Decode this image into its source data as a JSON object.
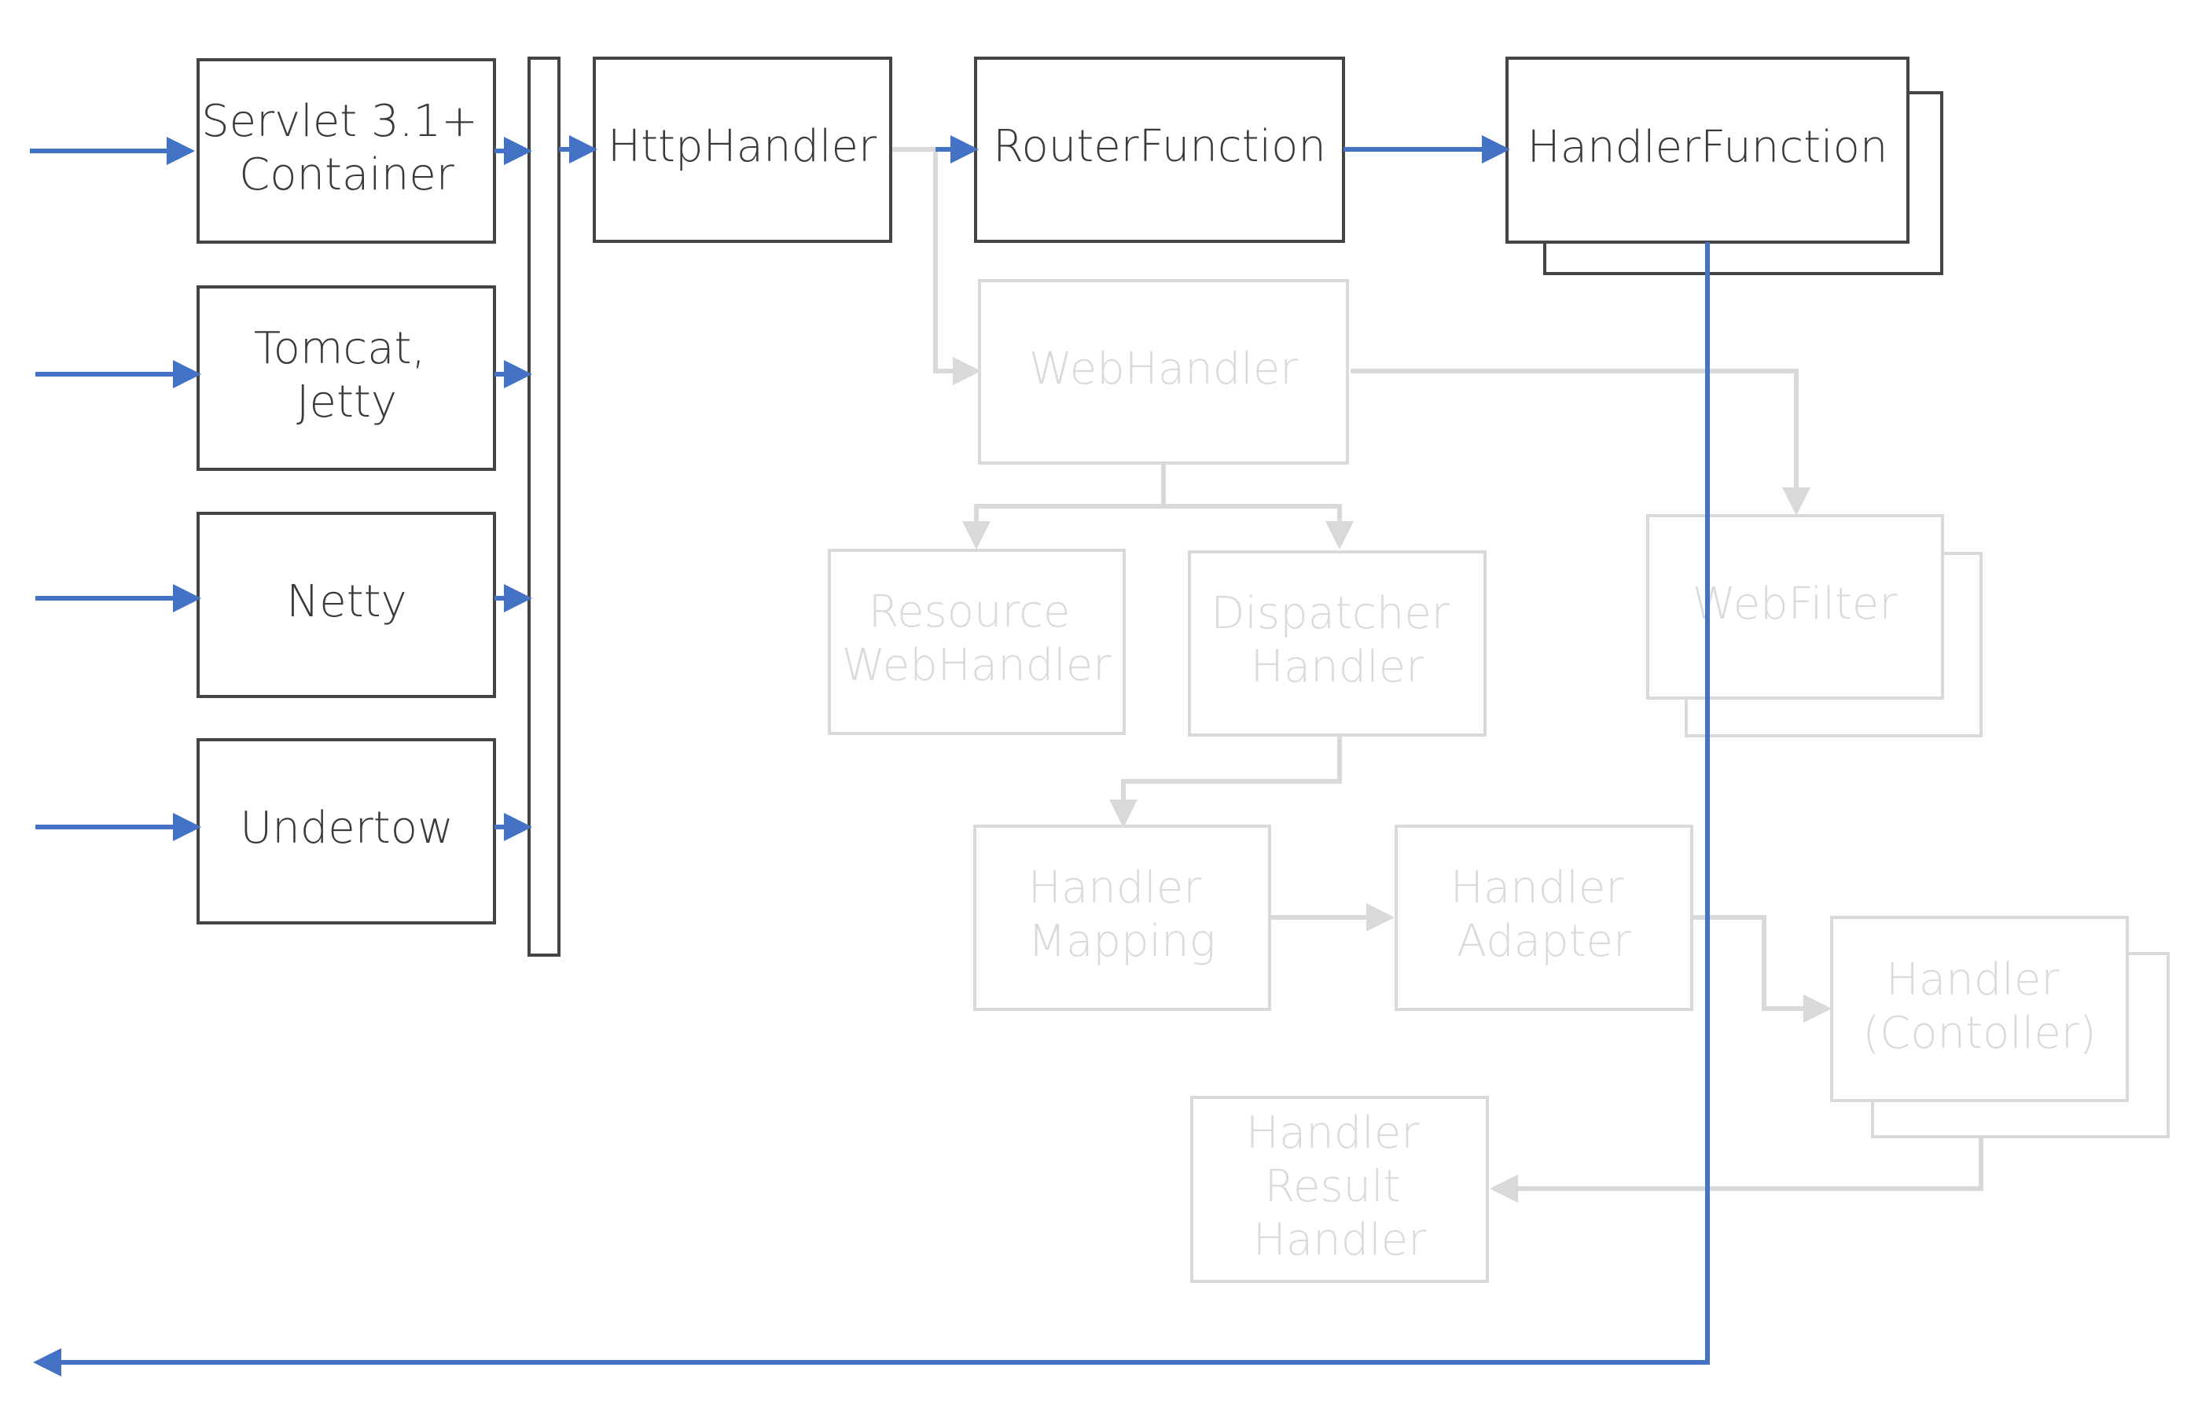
{
  "colors": {
    "active_stroke": "#444444",
    "active_text": "#3a3a3a",
    "faded_stroke": "#d9d9d9",
    "faded_text": "#dadada",
    "flow_active": "#4472c4",
    "flow_faded": "#d9d9d9",
    "background": "#ffffff"
  },
  "nodes": {
    "servlet": {
      "lines": [
        "Servlet 3.1+",
        "Container"
      ],
      "state": "active"
    },
    "tomcat": {
      "lines": [
        "Tomcat,",
        "Jetty"
      ],
      "state": "active"
    },
    "netty": {
      "lines": [
        "Netty"
      ],
      "state": "active"
    },
    "undertow": {
      "lines": [
        "Undertow"
      ],
      "state": "active"
    },
    "http_handler": {
      "lines": [
        "HttpHandler"
      ],
      "state": "active"
    },
    "router_function": {
      "lines": [
        "RouterFunction"
      ],
      "state": "active"
    },
    "handler_function": {
      "lines": [
        "HandlerFunction"
      ],
      "state": "active"
    },
    "web_handler": {
      "lines": [
        "WebHandler"
      ],
      "state": "faded"
    },
    "resource_web_handler": {
      "lines": [
        "Resource",
        "WebHandler"
      ],
      "state": "faded"
    },
    "dispatcher_handler": {
      "lines": [
        "Dispatcher",
        "Handler"
      ],
      "state": "faded"
    },
    "web_filter": {
      "lines": [
        "WebFilter"
      ],
      "state": "faded"
    },
    "handler_mapping": {
      "lines": [
        "Handler",
        "Mapping"
      ],
      "state": "faded"
    },
    "handler_adapter": {
      "lines": [
        "Handler",
        "Adapter"
      ],
      "state": "faded"
    },
    "handler_controller": {
      "lines": [
        "Handler",
        "(Contoller)"
      ],
      "state": "faded"
    },
    "handler_result_handler": {
      "lines": [
        "Handler",
        "Result",
        "Handler"
      ],
      "state": "faded"
    }
  }
}
